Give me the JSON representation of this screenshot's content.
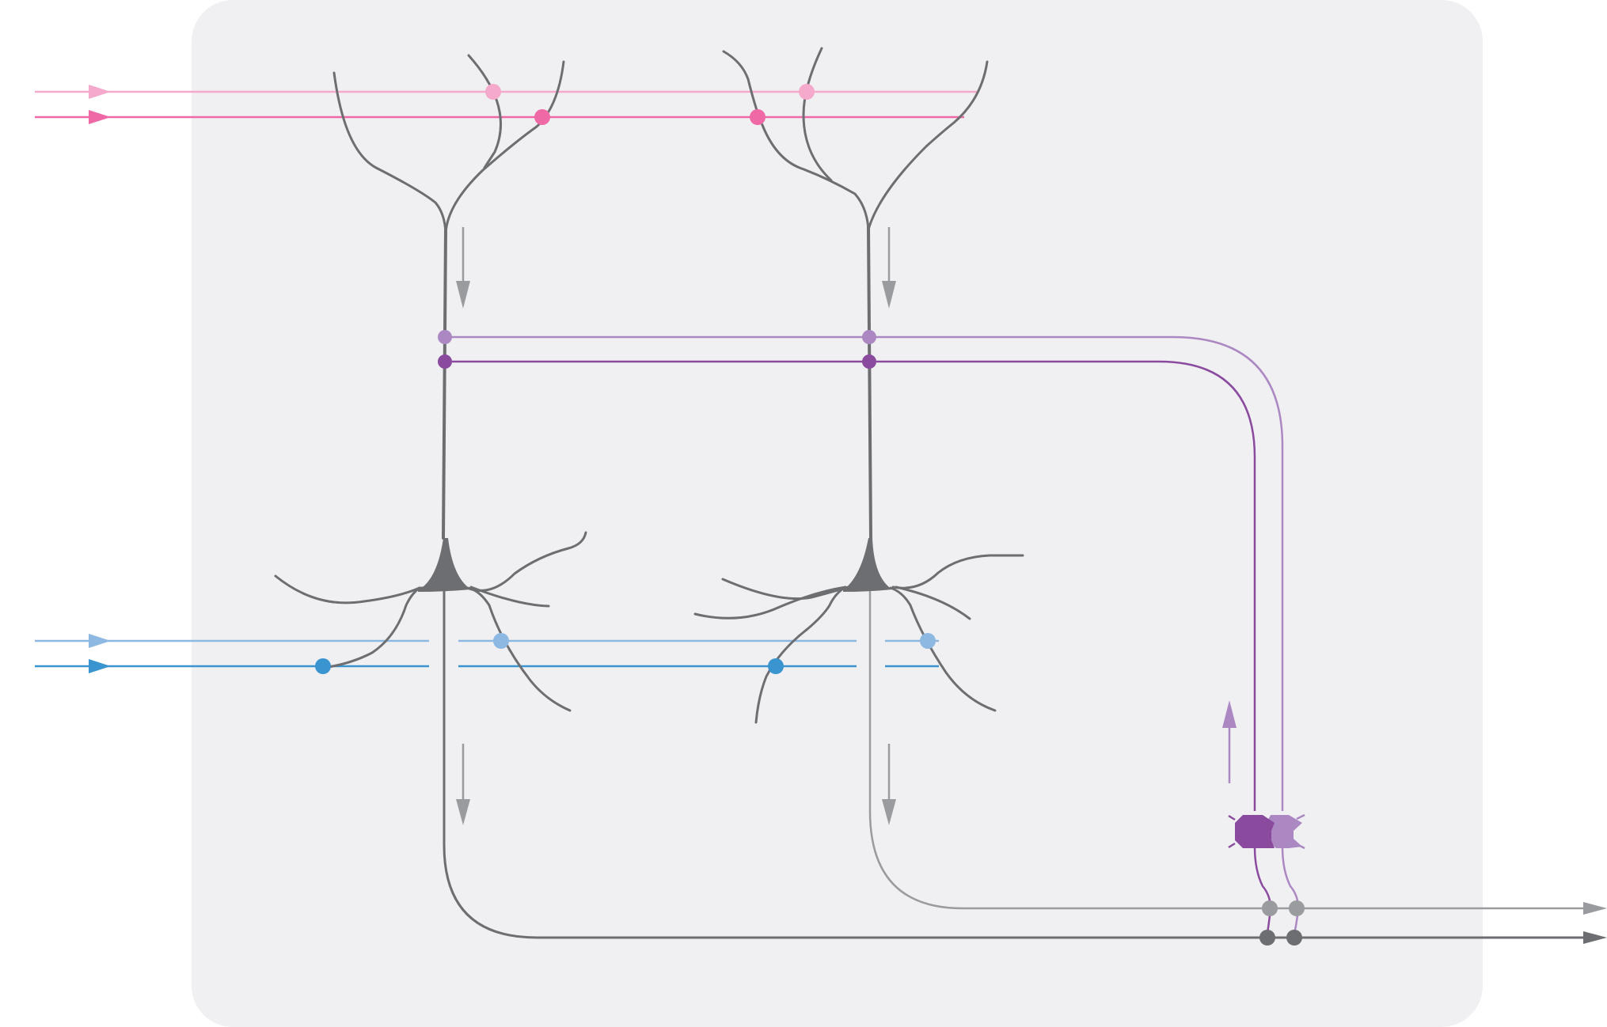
{
  "diagram": {
    "kind": "neural-circuit-schematic",
    "labels": [],
    "colors": {
      "background": "#ffffff",
      "panel": "#f0f0f3",
      "neuron": "#6d6e71",
      "pink_light": "#f5a9cb",
      "pink_dark": "#ee69a6",
      "blue_light": "#8db8e2",
      "blue_dark": "#3a94d0",
      "purple_light": "#ac88c2",
      "purple_dark": "#8a4b9f",
      "gray_output": "#9a9b9e",
      "arrow_gray": "#9a9b9e"
    },
    "inputs": [
      {
        "id": "pink-light-input",
        "color_key": "pink_light"
      },
      {
        "id": "pink-dark-input",
        "color_key": "pink_dark"
      },
      {
        "id": "blue-light-input",
        "color_key": "blue_light"
      },
      {
        "id": "blue-dark-input",
        "color_key": "blue_dark"
      }
    ],
    "outputs": [
      {
        "id": "gray-light-output",
        "color_key": "gray_output"
      },
      {
        "id": "gray-dark-output",
        "color_key": "neuron"
      }
    ],
    "neurons": [
      {
        "id": "pyramidal-neuron-left"
      },
      {
        "id": "pyramidal-neuron-right"
      },
      {
        "id": "interneuron-dark"
      },
      {
        "id": "interneuron-light"
      }
    ]
  }
}
